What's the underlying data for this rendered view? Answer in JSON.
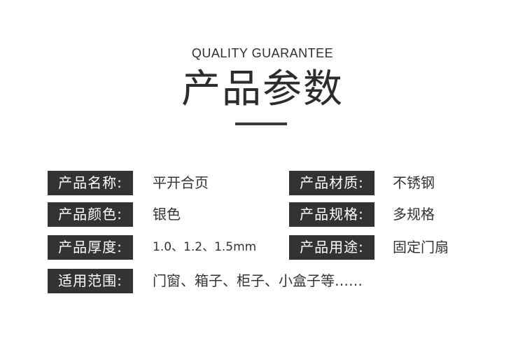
{
  "header": {
    "subtitle": "QUALITY GUARANTEE",
    "title": "产品参数"
  },
  "specs": {
    "name": {
      "label": "产品名称:",
      "value": "平开合页"
    },
    "material": {
      "label": "产品材质:",
      "value": "不锈钢"
    },
    "color": {
      "label": "产品颜色:",
      "value": "银色"
    },
    "spec": {
      "label": "产品规格:",
      "value": "多规格"
    },
    "thickness": {
      "label": "产品厚度:",
      "value": "1.0、1.2、1.5mm"
    },
    "usage": {
      "label": "产品用途:",
      "value": "固定门扇"
    },
    "scope": {
      "label": "适用范围:",
      "value": "门窗、箱子、柜子、小盒子等……"
    }
  },
  "colors": {
    "label_bg": "#333333",
    "label_text": "#ffffff",
    "text": "#333333"
  }
}
